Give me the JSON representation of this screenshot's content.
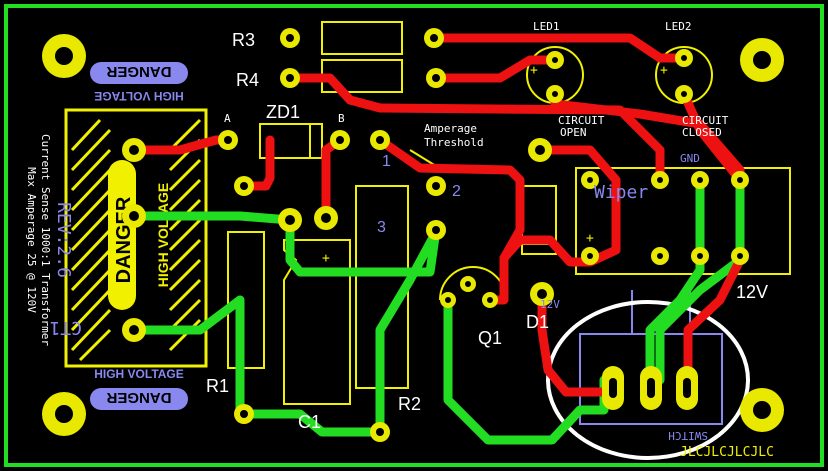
{
  "colors": {
    "background": "#000000",
    "board_outline": "#22dd22",
    "trace_red": "#ee1111",
    "trace_green": "#22dd22",
    "pad": "#e8e800",
    "silk": "#f0f000",
    "silk_white": "#ffffff",
    "silk_blue": "#8888ee",
    "highlight": "#ffffff"
  },
  "labels": {
    "r3": "R3",
    "r4": "R4",
    "zd1": "ZD1",
    "zd_a": "A",
    "zd_b": "B",
    "led1": "LED1",
    "led2": "LED2",
    "circuit_open_1": "CIRCUIT",
    "circuit_open_2": "OPEN",
    "circuit_closed_1": "CIRCUIT",
    "circuit_closed_2": "CLOSED",
    "amperage_1": "Amperage",
    "amperage_2": "Threshold",
    "wiper": "Wiper",
    "gnd": "GND",
    "v12": "12V",
    "r1": "R1",
    "r2": "R2",
    "c1": "C1",
    "q1": "Q1",
    "d1": "D1",
    "v12_small": "12V",
    "switch": "SWITCH",
    "ct1": "CT1",
    "danger": "DANGER",
    "high_voltage": "HIGH VOLTAGE",
    "rev": "REV:2.6",
    "note_1": "Current Sense 1000:1 Transformer",
    "note_2": "Max Amperage 25 @ 120V",
    "num_1": "1",
    "num_2": "2",
    "num_3": "3",
    "plus": "+",
    "footer_code": "JLCJLCJLCJLC"
  }
}
